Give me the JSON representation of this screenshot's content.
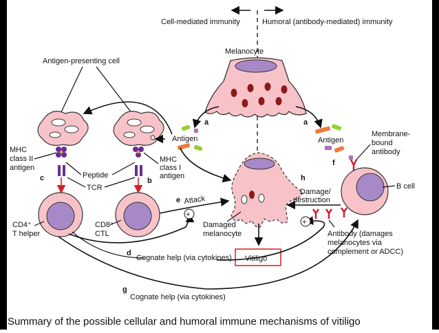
{
  "header": {
    "cell_mediated": "Cell-mediated immunity",
    "humoral": "Humoral (antibody-mediated) immunity"
  },
  "labels": {
    "melanocyte": "Melanocyte",
    "apc": "Antigen-presenting cell",
    "mhc2": [
      "MHC",
      "class II",
      "antigen"
    ],
    "mhc1": [
      "MHC",
      "class I",
      "antigen"
    ],
    "peptide": "Peptide",
    "tcr": "TCR",
    "antigen_left": "Antigen",
    "antigen_right": "Antigen",
    "membrane_antibody": [
      "Membrane-",
      "bound",
      "antibody"
    ],
    "b_cell": "B cell",
    "cd4": [
      "CD4⁺",
      "T helper"
    ],
    "cd8": [
      "CD8⁺",
      "CTL"
    ],
    "attack": "Attack",
    "damage": [
      "Damage/",
      "destruction"
    ],
    "damaged_melanocyte": [
      "Damaged",
      "melanocyte"
    ],
    "antibody": [
      "Antibody (damages",
      "melanocytes via",
      "complement or ADCC)"
    ],
    "vitiligo": "Vitiligo",
    "cognate_d": "Cognate help (via cytokines)",
    "cognate_g": "Cognate help (via cytokines)"
  },
  "letters": {
    "a_left": "a",
    "a_right": "a",
    "b": "b",
    "c": "c",
    "d": "d",
    "e": "e",
    "f": "f",
    "g": "g",
    "h": "h"
  },
  "caption": "Summary of the possible cellular and humoral immune mechanisms of vitiligo",
  "colors": {
    "cell_fill": "#f7c3c8",
    "nucleus": "#a889c8",
    "granule": "#8b1a1a",
    "antigen_orange": "#f07a3a",
    "antigen_green": "#9acd32",
    "antigen_purple": "#b06fc0",
    "receptor_purple": "#6a2c91",
    "antibody_red": "#cc2030",
    "vitiligo_border": "#d62b2b"
  }
}
